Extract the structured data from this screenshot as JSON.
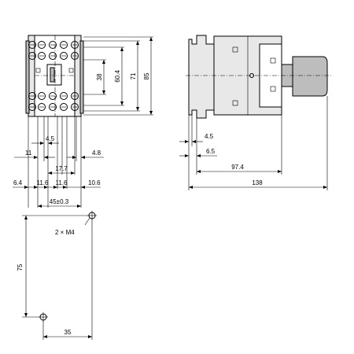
{
  "front_view": {
    "dims": {
      "h38": "38",
      "h60_4": "60.4",
      "h71": "71",
      "h85": "85",
      "w4_5": "4.5",
      "w11": "11",
      "w4_8": "4.8",
      "w17_7": "17.7",
      "w6_4": "6.4",
      "w11_6a": "11.6",
      "w11_6b": "11.6",
      "w10_6": "10.6",
      "w45": "45±0.3"
    }
  },
  "side_view": {
    "dims": {
      "d4_5": "4.5",
      "d6_5": "6.5",
      "d97_4": "97.4",
      "d138": "138"
    }
  },
  "mounting": {
    "hole_label": "2 × M4",
    "d75": "75",
    "d35": "35"
  },
  "colors": {
    "line": "#000000",
    "body_grey": "#bdbdbd",
    "background": "#ffffff"
  }
}
